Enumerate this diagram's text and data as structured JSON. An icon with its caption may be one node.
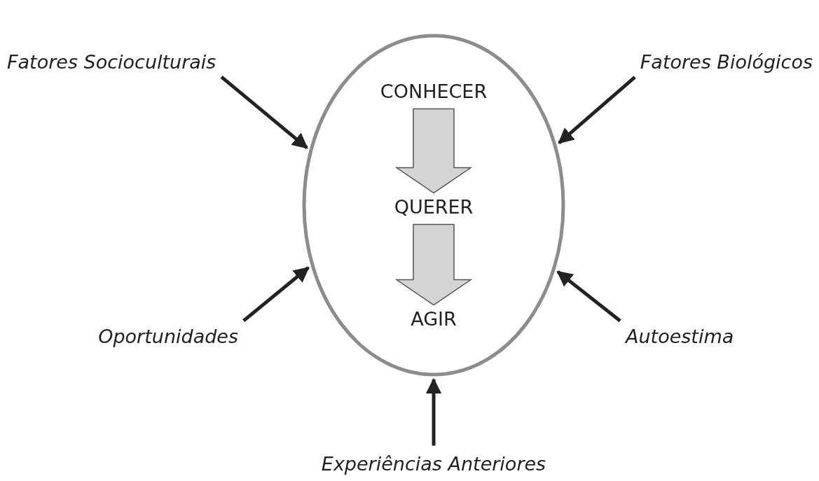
{
  "diagram": {
    "nodes": [
      {
        "text": [],
        "shape": "ellipse"
      },
      {
        "text": [
          "CONHECER"
        ],
        "in": 0
      },
      {
        "text": [
          "QUERER"
        ],
        "in": 0
      },
      {
        "text": [
          "AGIR"
        ],
        "in": 0
      },
      {
        "text": [
          "Fatores Socioculturais"
        ]
      },
      {
        "text": [
          "Fatores Biológicos"
        ]
      },
      {
        "text": [
          "Oportunidades"
        ]
      },
      {
        "text": [
          "Autoestima"
        ]
      },
      {
        "text": [
          "Experiências Anteriores"
        ]
      }
    ],
    "edges": [
      {
        "from": 1,
        "to": 2,
        "arrow": "to",
        "style": "thick"
      },
      {
        "from": 2,
        "to": 3,
        "arrow": "to",
        "style": "thick"
      },
      {
        "from": 4,
        "to": 0,
        "arrow": "to"
      },
      {
        "from": 5,
        "to": 0,
        "arrow": "to"
      },
      {
        "from": 6,
        "to": 0,
        "arrow": "to"
      },
      {
        "from": 7,
        "to": 0,
        "arrow": "to"
      },
      {
        "from": 8,
        "to": 0,
        "arrow": "to"
      }
    ]
  }
}
